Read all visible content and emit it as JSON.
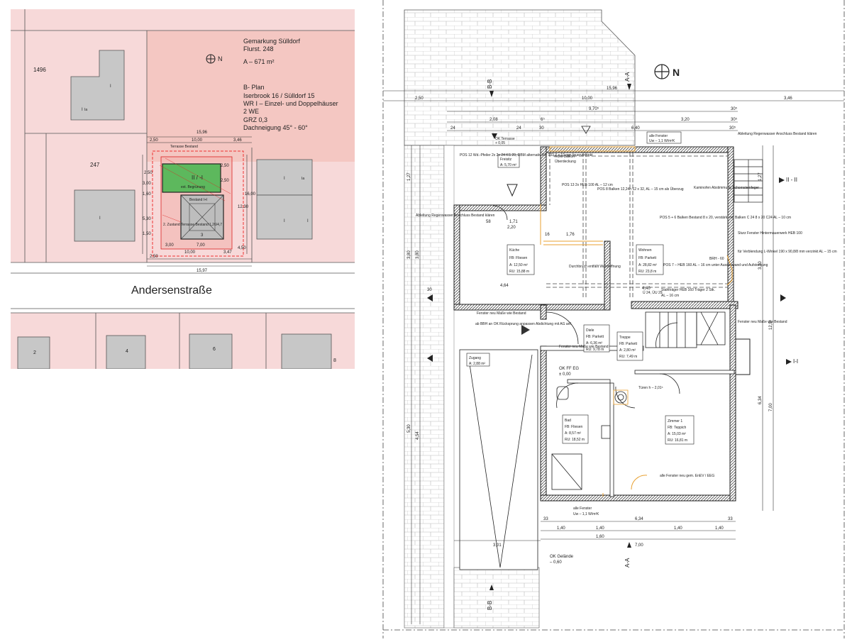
{
  "site": {
    "cadastral": {
      "gemarkung": "Gemarkung Sülldorf",
      "flurst": "Flurst. 248",
      "area": "A – 671 m²",
      "bplan": "B- Plan",
      "bplan_ref": "Iserbrook 16 / Sülldorf 15",
      "zoning": "WR I    – Einzel- und Doppelhäuser",
      "units": "2 WE",
      "grz": "GRZ 0,3",
      "roof": "Dachneigung 45° - 60°",
      "north": "N"
    },
    "street": "Andersenstraße",
    "parcels": [
      "1496",
      "247",
      "2",
      "4",
      "6",
      "8"
    ],
    "building_labels": [
      "I",
      "I",
      "I",
      "Ia",
      "I",
      "I",
      "I",
      "Ia"
    ],
    "house": {
      "roof_label": "II / -I",
      "green_note": "ext. Begrünung",
      "stock_note": "Bestand I+I",
      "terrace_note": "Terrasse Bestand",
      "side_note": "2. Zustand Terrasse Bestand",
      "inner_label": "3",
      "dim_note": "1,26/4,7"
    },
    "dims": {
      "top_total": "15,96",
      "top": [
        "2,50",
        "10,00",
        "3,46"
      ],
      "bottom": [
        "2,50",
        "10,00",
        "3,47"
      ],
      "bottom_inner": "3,00",
      "bottom_inner2": "7,00",
      "bottom_total": "15,97",
      "left": [
        "2,50",
        "3,00",
        "1,60",
        "5,30",
        "1,50"
      ],
      "right": [
        "2,50",
        "2,50",
        "4,50"
      ],
      "right_total": "12,30",
      "far_right": "16,00"
    }
  },
  "plan": {
    "north": "N",
    "sections": [
      "B-B",
      "A-A",
      "II - II",
      "I-I"
    ],
    "dims": {
      "top_total": "15,96",
      "top_row1": [
        "2,50",
        "10,00",
        "3,46"
      ],
      "top_row2": [
        "9,70⁵",
        "30⁵"
      ],
      "top_row3": [
        "2,08",
        "6⁵",
        "3,20",
        "30⁵"
      ],
      "top_row4": [
        "24",
        "24",
        "30",
        "6,40",
        "30⁵"
      ],
      "left": [
        "1,27",
        "3,80",
        "3,80",
        "5,30",
        "4,54"
      ],
      "right": [
        "1,27",
        "6,34",
        "7,00",
        "3,30",
        "12,9⁵"
      ],
      "bottom_row1": [
        "33",
        "6,34",
        "33"
      ],
      "bottom_row2": [
        "1,40",
        "1,40",
        "1,40",
        "1,40"
      ],
      "bottom_row3": [
        "1,60",
        "7,00"
      ],
      "bottom_zugang": "3,01",
      "misc": [
        "4,64",
        "30",
        "58",
        "1,71",
        "2,20",
        "4,40",
        "1,76",
        "16"
      ]
    },
    "rooms": [
      {
        "name": "Küche",
        "fb": "FB: Fliesen",
        "a": "A: 12,50 m²",
        "ru": "RU: 15,88 m"
      },
      {
        "name": "Wohnen",
        "fb": "FB: Parkett",
        "a": "A: 28,82 m²",
        "ru": "RU: 23,8 m"
      },
      {
        "name": "Diele",
        "fb": "FB: Parkett",
        "a": "A: 6,36 m²",
        "ru": "RU: 9,78 m"
      },
      {
        "name": "Treppe",
        "fb": "FB: Parkett",
        "a": "A: 2,80 m²",
        "ru": "RU: 7,49 m"
      },
      {
        "name": "Bad",
        "fb": "FB: Fliesen",
        "a": "A: 8,57 m²",
        "ru": "RU: 18,52 m"
      },
      {
        "name": "Zimmer 1",
        "fb": "FB: Teppich",
        "a": "A: 15,03 m²",
        "ru": "RU: 16,81 m"
      },
      {
        "name": "Zugang",
        "fb": "",
        "a": "A: 2,88 m²",
        "ru": ""
      },
      {
        "name": "Freisitz",
        "fb": "",
        "a": "A: 5,70 m²",
        "ru": ""
      }
    ],
    "notes": [
      "alle Fenster",
      "Uw – 1,1 W/m²K",
      "Ableitung Regenwasser Anschluss Bestand klären",
      "Ableitung Regenwasser Anschluss Bestand klären",
      "POS 12 Wd.-Pfeiler 2x 2x 24 KS 20, DBM alternativ RR 133,7 x 10 mm feuerverzinkt",
      "POS 13 2x HEB 100 AL – 12 cm",
      "POS 8 Balken 12,24h 12 x 32, AL – 15 cm als Überzug",
      "POS 5 + 6 Balken Bestand 8 x 20, verstärkt mit Balken C 24 8 x 20 C24 AL – 10 cm",
      "Kaminofen Abstimmung Schornsteinfeger",
      "Sturz Fenster Hintermauerwerk HEB 100",
      "für Verblendung L-Winkel 190 x 90,8/8 mm verzinkt AL – 15 cm",
      "POS 7 – HEB 160 AL – 16 cm unter Aussenwand und Aufstockung",
      "Durchbruch entfällt Wandöffnung",
      "Fenster neu Maße wie Bestand",
      "Fenster neu Maße wie Bestand",
      "ab BBH an OK Rücksprung anpassen Abdichtung mit AG anf.",
      "Fenster neu Maße wie Bestand",
      "Türen h – 2,01⁵",
      "alle Fenster neu gem. EnEV / EEG",
      "alle Fenster",
      "Uw – 1,1 W/m²K",
      "Rollo Balkon",
      "Überdeckung",
      "BRH - 60",
      "Stahlträger HEB 160 Träger 2 Stk.",
      "AL – 16 cm",
      "Ü 24, ÜU 29"
    ],
    "levels": {
      "ok_ff_eg": "OK FF EG",
      "ok_ff_eg_val": "± 0,00",
      "ok_terrasse": "OK Terrasse",
      "ok_terrasse_val": "+ 0,05",
      "ok_gelande": "OK Gelände",
      "ok_gelande_val": "– 0,60"
    }
  }
}
